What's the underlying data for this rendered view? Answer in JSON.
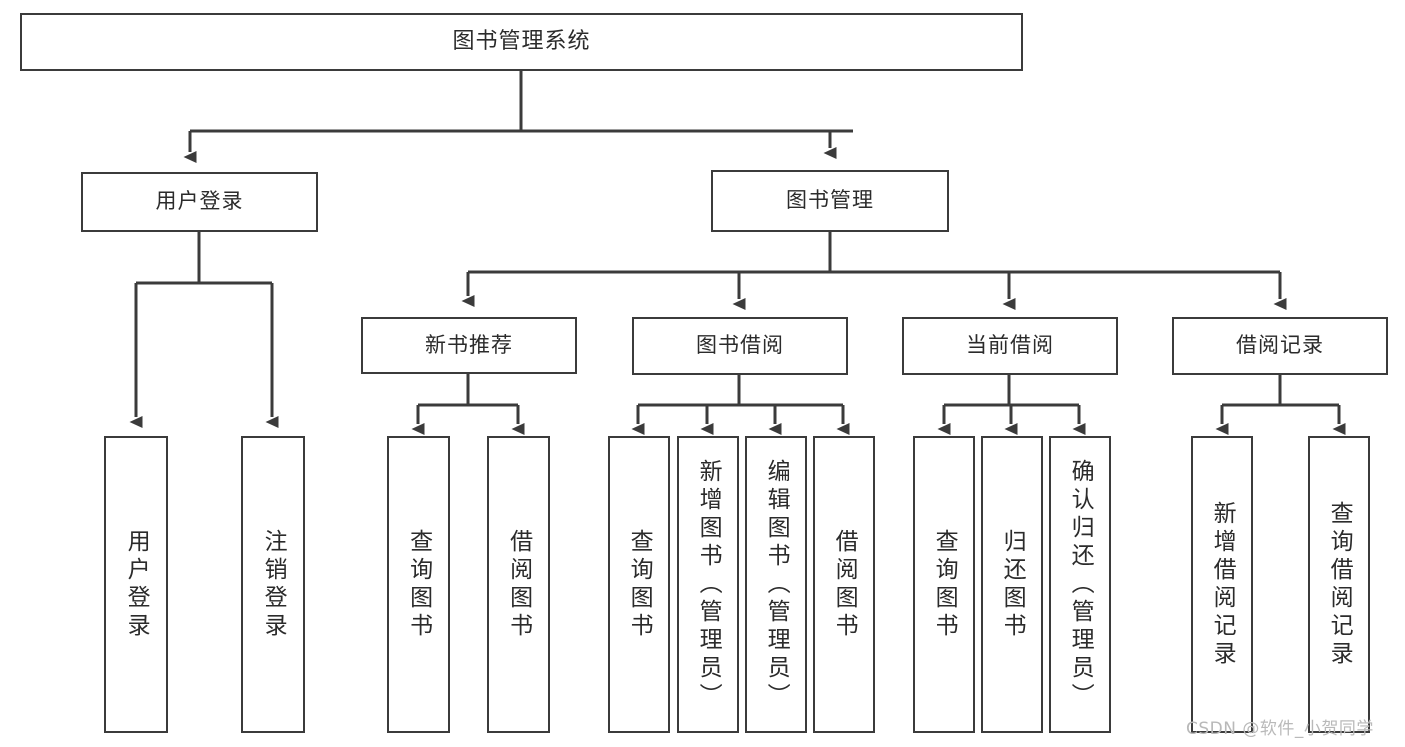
{
  "diagram": {
    "type": "tree-hierarchy",
    "title": "图书管理系统",
    "orientation": "top-down",
    "colors": {
      "box_border": "#3b3b3b",
      "box_fill": "#ffffff",
      "connector": "#3b3b3b",
      "text": "#2b2b2b",
      "watermark": "#b9b9b9",
      "background": "#ffffff"
    },
    "root": {
      "label": "图书管理系统",
      "orientation": "horizontal"
    },
    "level1": [
      {
        "id": "user-login",
        "label": "用户登录",
        "orientation": "horizontal"
      },
      {
        "id": "book-manage",
        "label": "图书管理",
        "orientation": "horizontal"
      }
    ],
    "level2": [
      {
        "id": "new-book-recommend",
        "label": "新书推荐",
        "parent": "book-manage",
        "orientation": "horizontal"
      },
      {
        "id": "book-borrow",
        "label": "图书借阅",
        "parent": "book-manage",
        "orientation": "horizontal"
      },
      {
        "id": "current-borrow",
        "label": "当前借阅",
        "parent": "book-manage",
        "orientation": "horizontal"
      },
      {
        "id": "borrow-record",
        "label": "借阅记录",
        "parent": "book-manage",
        "orientation": "horizontal"
      }
    ],
    "leaves": [
      {
        "id": "leaf-user-login",
        "label": "用户登录",
        "parent": "user-login",
        "orientation": "vertical"
      },
      {
        "id": "leaf-user-logout",
        "label": "注销登录",
        "parent": "user-login",
        "orientation": "vertical"
      },
      {
        "id": "leaf-query-book-1",
        "label": "查询图书",
        "parent": "new-book-recommend",
        "orientation": "vertical"
      },
      {
        "id": "leaf-borrow-book-1",
        "label": "借阅图书",
        "parent": "new-book-recommend",
        "orientation": "vertical"
      },
      {
        "id": "leaf-query-book-2",
        "label": "查询图书",
        "parent": "book-borrow",
        "orientation": "vertical"
      },
      {
        "id": "leaf-add-book",
        "label": "新增图书（管理员）",
        "parent": "book-borrow",
        "orientation": "vertical"
      },
      {
        "id": "leaf-edit-book",
        "label": "编辑图书（管理员）",
        "parent": "book-borrow",
        "orientation": "vertical"
      },
      {
        "id": "leaf-borrow-book-2",
        "label": "借阅图书",
        "parent": "book-borrow",
        "orientation": "vertical"
      },
      {
        "id": "leaf-query-book-3",
        "label": "查询图书",
        "parent": "current-borrow",
        "orientation": "vertical"
      },
      {
        "id": "leaf-return-book",
        "label": "归还图书",
        "parent": "current-borrow",
        "orientation": "vertical"
      },
      {
        "id": "leaf-confirm-return",
        "label": "确认归还（管理员）",
        "parent": "current-borrow",
        "orientation": "vertical"
      },
      {
        "id": "leaf-add-record",
        "label": "新增借阅记录",
        "parent": "borrow-record",
        "orientation": "vertical"
      },
      {
        "id": "leaf-query-record",
        "label": "查询借阅记录",
        "parent": "borrow-record",
        "orientation": "vertical"
      }
    ],
    "watermark": "CSDN @软件_小贺同学"
  }
}
